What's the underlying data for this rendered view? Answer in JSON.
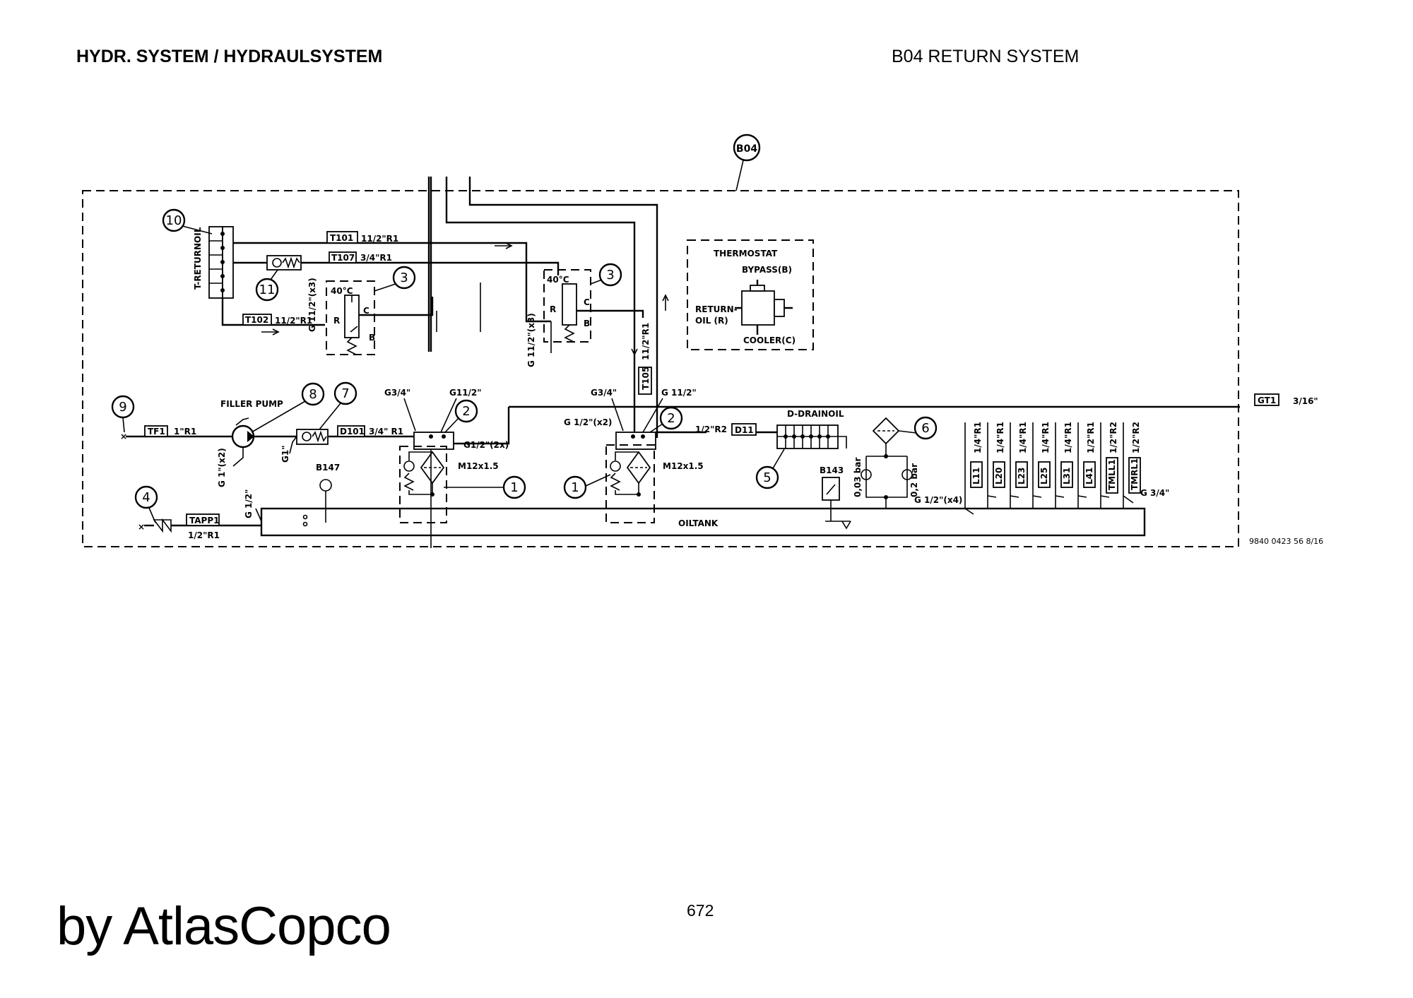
{
  "header": {
    "left_title": "HYDR. SYSTEM / HYDRAULSYSTEM",
    "right_title": "B04 RETURN SYSTEM"
  },
  "footer": {
    "page_number": "672",
    "brand": "by AtlasCopco"
  },
  "diagram": {
    "system_tag": "B04",
    "drawing_number": "9840 0423 56 8/16",
    "callouts": [
      "1",
      "1",
      "2",
      "2",
      "3",
      "3",
      "4",
      "5",
      "6",
      "7",
      "8",
      "9",
      "10",
      "11"
    ],
    "labels": {
      "t_returnoil": "T-RETURNOIL",
      "t101": "T101",
      "t101_size": "11/2\"R1",
      "t107": "T107",
      "t107_size": "3/4\"R1",
      "t102": "T102",
      "t102_size": "11/2\"R1",
      "t105": "T105",
      "t105_size": "11/2\"R1",
      "g112x3_a": "G 11/2\"(x3)",
      "g112x3_b": "G 11/2\"(x3)",
      "temp_a": "40°C",
      "temp_b": "40°C",
      "port_r": "R",
      "port_c": "C",
      "port_b": "B",
      "thermostat": "THERMOSTAT",
      "bypass": "BYPASS(B)",
      "returnoil_a": "RETURN-",
      "returnoil_b": "OIL  (R)",
      "cooler": "COOLER(C)",
      "filler_pump": "FILLER PUMP",
      "tf1": "TF1",
      "tf1_size": "1\"R1",
      "g1x2": "G 1\"(x2)",
      "g1": "G1\"",
      "d101": "D101",
      "d101_size": "3/4\" R1",
      "g34_a": "G3/4\"",
      "g112_a": "G11/2\"",
      "g12x2": "G1/2\"(2x)",
      "m12_a": "M12x1.5",
      "g34_b": "G3/4\"",
      "g112_b": "G 11/2\"",
      "g12x2_b": "G 1/2\"(x2)",
      "m12_b": "M12x1.5",
      "half_r2": "1/2\"R2",
      "d11": "D11",
      "d_drainoil": "D-DRAINOIL",
      "gt1": "GT1",
      "gt1_size": "3/16\"",
      "b147": "B147",
      "b143": "B143",
      "bar003": "0,03 bar",
      "bar02": "0,2 bar",
      "g12x4": "G 1/2\"(x4)",
      "g34_c": "G 3/4\"",
      "oiltank": "OILTANK",
      "tapp1": "TAPP1",
      "tapp1_size": "1/2\"R1",
      "g12_tank": "G 1/2\"",
      "l11": "L11",
      "l11_size": "1/4\"R1",
      "l20": "L20",
      "l20_size": "1/4\"R1",
      "l23": "L23",
      "l23_size": "1/4\"R1",
      "l25": "L25",
      "l25_size": "1/4\"R1",
      "l31": "L31",
      "l31_size": "1/4\"R1",
      "l41": "L41",
      "l41_size": "1/2\"R1",
      "tmll1": "TMLL1",
      "tmll1_size": "1/2\"R2",
      "tmrl1": "TMRL1",
      "tmrl1_size": "1/2\"R2"
    }
  }
}
